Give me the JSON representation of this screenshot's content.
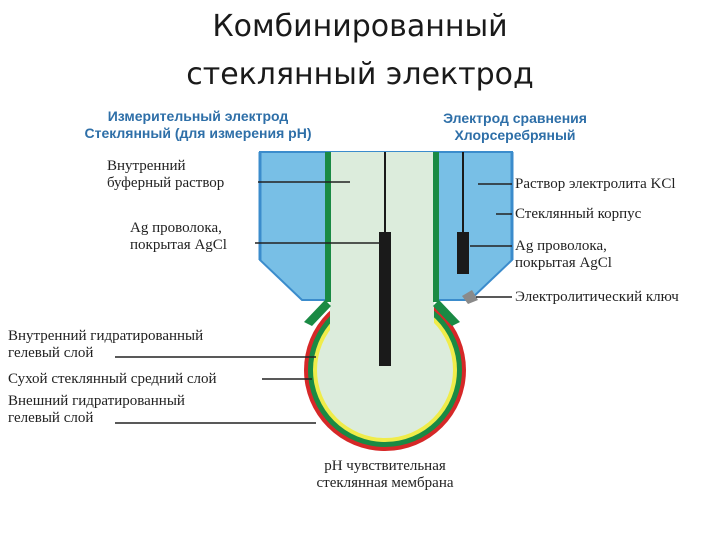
{
  "title": {
    "line1": "Комбинированный",
    "line2": "стеклянный электрод"
  },
  "headers": {
    "left": {
      "line1": "Измерительный электрод",
      "line2": "Стеклянный (для измерения pH)"
    },
    "right": {
      "line1": "Электрод сравнения",
      "line2": "Хлорсеребряный"
    }
  },
  "labels": {
    "inner_buffer": {
      "line1": "Внутренний",
      "line2": "буферный раствор"
    },
    "ag_wire_left": {
      "line1": "Ag  проволока,",
      "line2": "покрытая AgCl"
    },
    "kcl_solution": "Раствор электролита KCl",
    "glass_body": "Стеклянный корпус",
    "ag_wire_right": {
      "line1": "Ag  проволока,",
      "line2": "покрытая AgCl"
    },
    "electrolytic_key": "Электролитический ключ",
    "inner_gel": {
      "line1": "Внутренний гидратированный",
      "line2": "гелевый слой"
    },
    "dry_glass": "Сухой стеклянный средний слой",
    "outer_gel": {
      "line1": "Внешний гидратированный",
      "line2": "гелевый слой"
    },
    "membrane": {
      "line1": "pH чувствительная",
      "line2": "стеклянная мембрана"
    }
  },
  "colors": {
    "blue_outer": "#78bfe6",
    "blue_border": "#3b8ccc",
    "inner_fill": "#dcecdc",
    "green": "#1a8a44",
    "yellow": "#f0ec4a",
    "red": "#d62828",
    "header_blue": "#2e6fa8"
  }
}
